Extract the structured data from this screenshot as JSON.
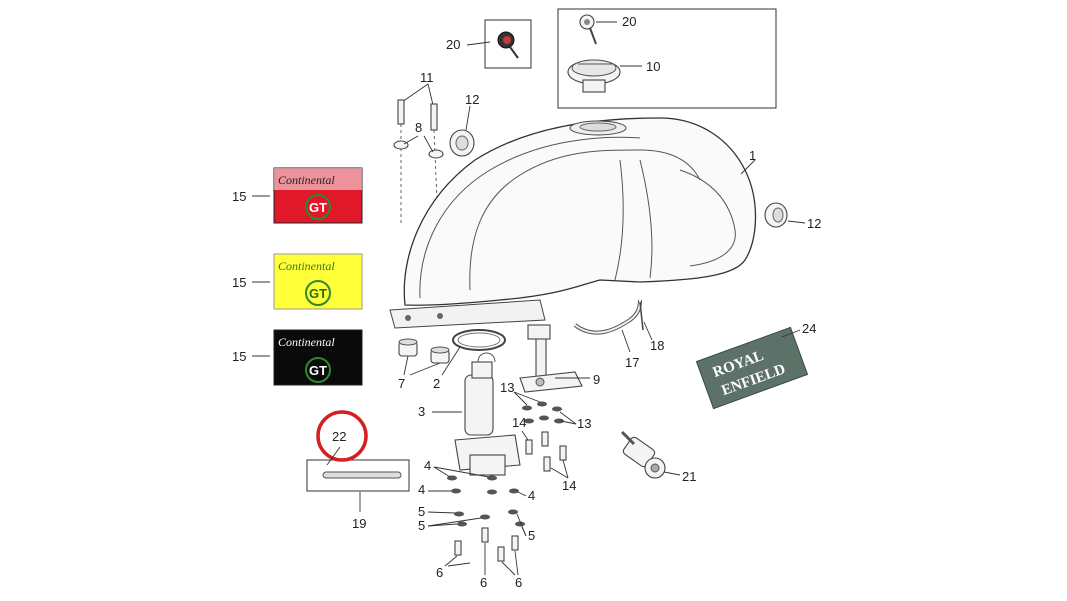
{
  "callouts": {
    "c1": "1",
    "c2": "2",
    "c3": "3",
    "c4a": "4",
    "c4b": "4",
    "c4c": "4",
    "c5a": "5",
    "c5b": "5",
    "c5c": "5",
    "c6a": "6",
    "c6b": "6",
    "c6c": "6",
    "c7": "7",
    "c8": "8",
    "c9": "9",
    "c10": "10",
    "c11": "11",
    "c12a": "12",
    "c12b": "12",
    "c13a": "13",
    "c13b": "13",
    "c14a": "14",
    "c14b": "14",
    "c15a": "15",
    "c15b": "15",
    "c15c": "15",
    "c17": "17",
    "c18": "18",
    "c19": "19",
    "c20a": "20",
    "c20b": "20",
    "c21": "21",
    "c22": "22",
    "c24": "24"
  },
  "badges": {
    "continental": "Continental",
    "gt": "GT",
    "royal": "ROYAL",
    "enfield": "ENFIELD"
  },
  "colors": {
    "badge_red": "#e0182a",
    "badge_yellow": "#ffff3a",
    "badge_black": "#0a0a0a",
    "royal_enfield_bg": "#5c7168",
    "highlight_circle": "#d42020"
  }
}
